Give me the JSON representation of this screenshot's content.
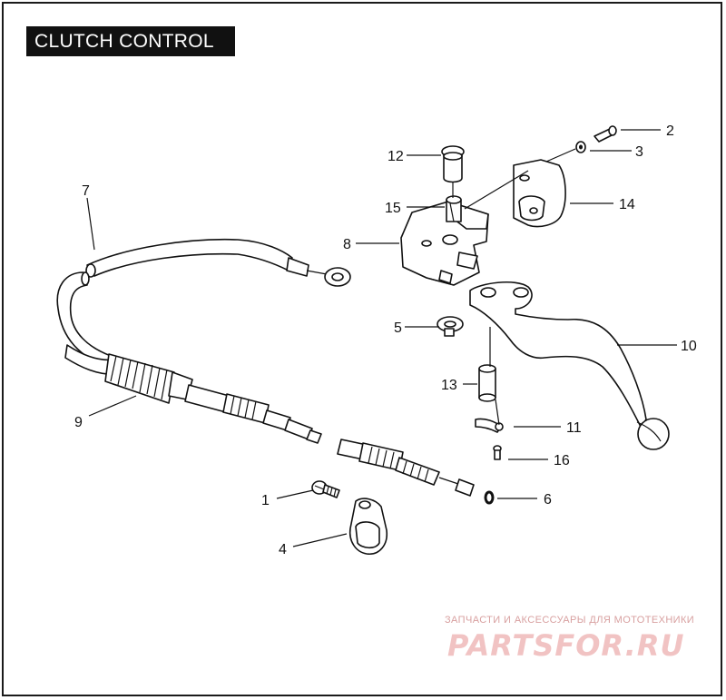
{
  "title": "CLUTCH CONTROL",
  "callouts": {
    "c1": "1",
    "c2": "2",
    "c3": "3",
    "c4": "4",
    "c5": "5",
    "c6": "6",
    "c7": "7",
    "c8": "8",
    "c9": "9",
    "c10": "10",
    "c11": "11",
    "c12": "12",
    "c13": "13",
    "c14": "14",
    "c15": "15",
    "c16": "16"
  },
  "watermark": {
    "tagline": "ЗАПЧАСТИ И АКСЕССУАРЫ ДЛЯ МОТОТЕХНИКИ",
    "logo": "PARTSFOR.RU"
  }
}
